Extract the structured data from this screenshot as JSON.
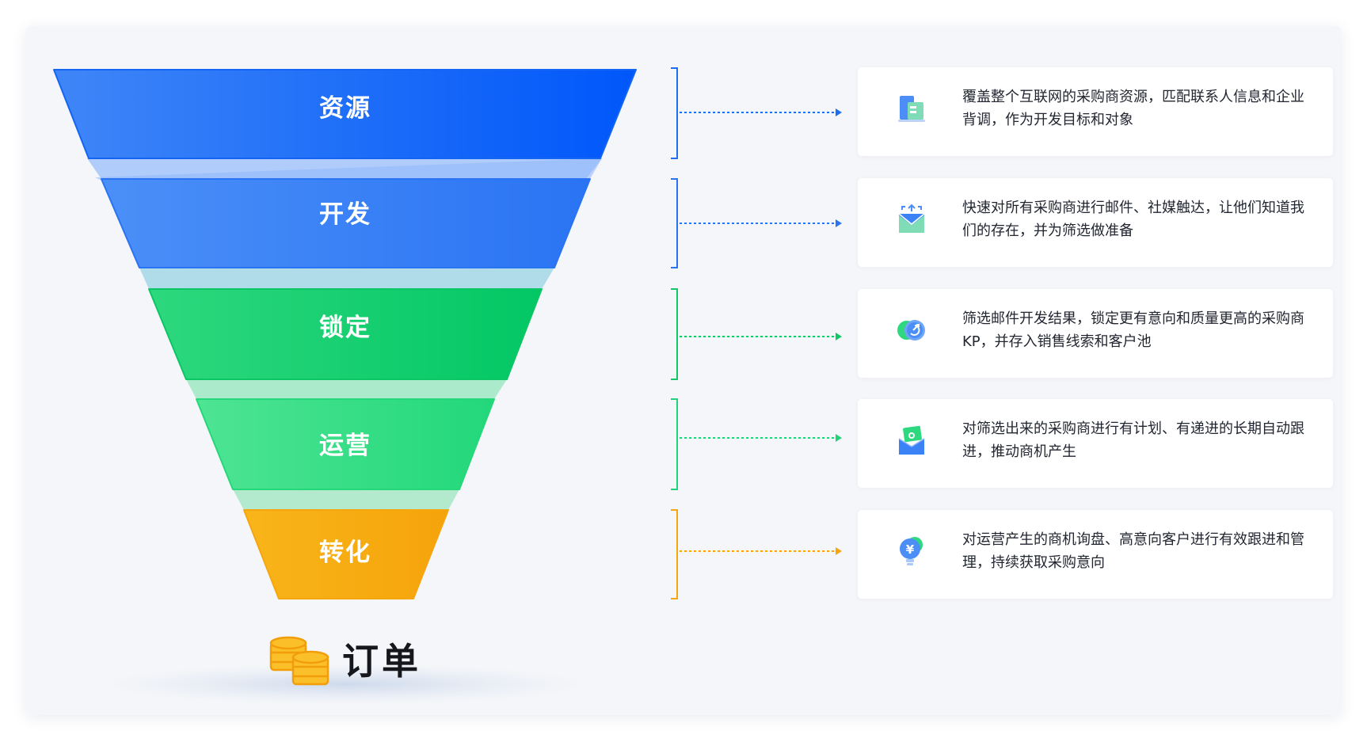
{
  "stages": [
    {
      "label": "资源",
      "color": "#1e6ff0",
      "description": "覆盖整个互联网的采购商资源，匹配联系人信息和企业背调，作为开发目标和对象",
      "icon": "building-icon"
    },
    {
      "label": "开发",
      "color": "#2f7cf5",
      "description": "快速对所有采购商进行邮件、社媒触达，让他们知道我们的存在，并为筛选做准备",
      "icon": "envelope-send-icon"
    },
    {
      "label": "锁定",
      "color": "#14c765",
      "description": "筛选邮件开发结果，锁定更有意向和质量更高的采购商KP，并存入销售线索和客户池",
      "icon": "target-lock-icon"
    },
    {
      "label": "运营",
      "color": "#2ad982",
      "description": "对筛选出来的采购商进行有计划、有递进的长期自动跟进，推动商机产生",
      "icon": "mailbox-icon"
    },
    {
      "label": "转化",
      "color": "#f5a60e",
      "description": "对运营产生的商机询盘、高意向客户进行有效跟进和管理，持续获取采购意向",
      "icon": "yuan-bulb-icon"
    }
  ],
  "result": {
    "label": "订单",
    "icon": "coins-icon"
  }
}
